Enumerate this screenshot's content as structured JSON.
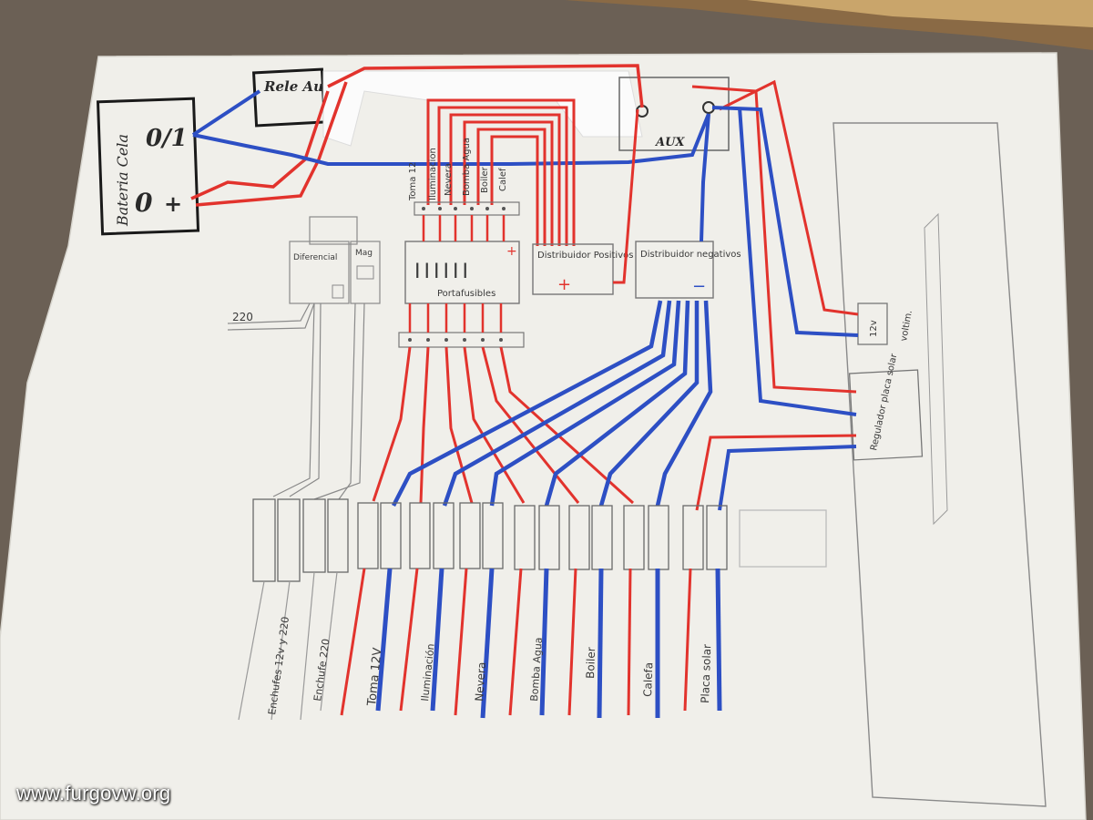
{
  "labels": {
    "battery": "Bateria Cela",
    "battery_switch": "0/1",
    "battery_zero": "0",
    "battery_plus": "+",
    "relay": "Rele Aut",
    "aux": "AUX",
    "differential": "Diferencial",
    "mag": "Mag",
    "line_220": "220",
    "fuse_box": "Portafusibles",
    "fuse_marks": "IIIIII",
    "dist_positive": "Distribuidor Positivos",
    "dist_negative": "Distribuidor negativos",
    "plus_sign": "+",
    "minus_sign": "−",
    "voltmeter_12v": "12v",
    "voltmeter": "voltim.",
    "solar_regulator": "Regulador placa solar"
  },
  "top_circuits": [
    "Toma 12",
    "Iluminacion",
    "Nevera",
    "Bomba Agua",
    "Boiler",
    "Calef"
  ],
  "bottom_labels": [
    "Enchufes 12v y 220",
    "Enchufe 220",
    "Toma 12V",
    "Iluminación",
    "Nevera",
    "Bomba Agua",
    "Boiler",
    "Calefa",
    "Placa solar"
  ],
  "colors": {
    "positive": "#e2332d",
    "negative": "#2d4fc4",
    "pencil": "#8a8a8a",
    "ink": "#1a1a1a",
    "paper": "#f1f0ec"
  },
  "watermark": "www.furgovw.org"
}
